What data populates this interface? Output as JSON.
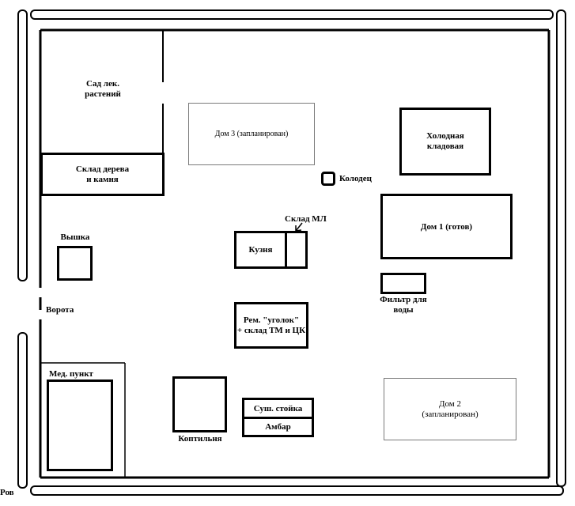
{
  "labels": {
    "garden": "Сад лек.\nрастений",
    "wood_store": "Склад дерева\nи камня",
    "tower": "Вышка",
    "gate": "Ворота",
    "med": "Мед. пункт",
    "house3": "Дом 3 (запланирован)",
    "well": "Колодец",
    "cold_store": "Холодная\nкладовая",
    "house1": "Дом 1 (готов)",
    "ml_store": "Склад МЛ",
    "forge": "Кузня",
    "filter": "Фильтр для\nводы",
    "repair": "Рем. \"уголок\"\n+ склад ТМ и ЦК",
    "smokehouse": "Коптильня",
    "dryer": "Суш. стойка",
    "barn": "Амбар",
    "house2": "Дом 2\n(запланирован)",
    "moat": "Ров"
  }
}
